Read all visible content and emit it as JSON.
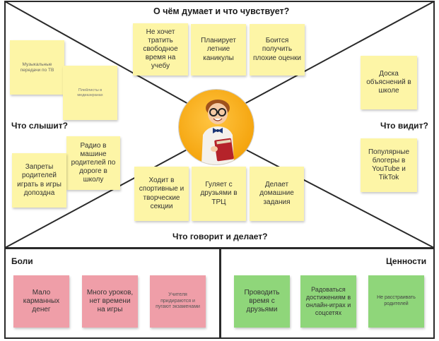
{
  "sections": {
    "thinks": "О чём думает и что чувствует?",
    "hears": "Что слышит?",
    "sees": "Что видит?",
    "says": "Что говорит и делает?",
    "pains": "Боли",
    "gains": "Ценности"
  },
  "notes": {
    "thinks": [
      "Не хочет тратить свободное время на учебу",
      "Планирует летние каникулы",
      "Боится получить плохие оценки"
    ],
    "hears": [
      "Музыкальные передачи по ТВ",
      "Плейлисты в медиаэкранах",
      "Радио в машине родителей по дороге в школу",
      "Запреты родителей играть в игры допоздна"
    ],
    "sees": [
      "Доска объяснений в школе",
      "Популярные блогеры в YouTube и TikTok"
    ],
    "says": [
      "Ходит в спортивные и творческие секции",
      "Гуляет с друзьями в ТРЦ",
      "Делает домашние задания"
    ],
    "pains": [
      "Мало карманных денег",
      "Много уроков, нет времени на игры",
      "Учителя придираются и пугают экзаменами"
    ],
    "gains": [
      "Проводить время с друзьями",
      "Радоваться достижениям в онлайн-играх и соцсетях",
      "Не расстраивать родителей"
    ]
  },
  "colors": {
    "sticky_yellow": "#fdf5a6",
    "sticky_pink": "#ef9ea8",
    "sticky_green": "#8fd67a",
    "avatar_bg": "#f5a50f"
  },
  "avatar_icon": "boy-with-books-photo"
}
